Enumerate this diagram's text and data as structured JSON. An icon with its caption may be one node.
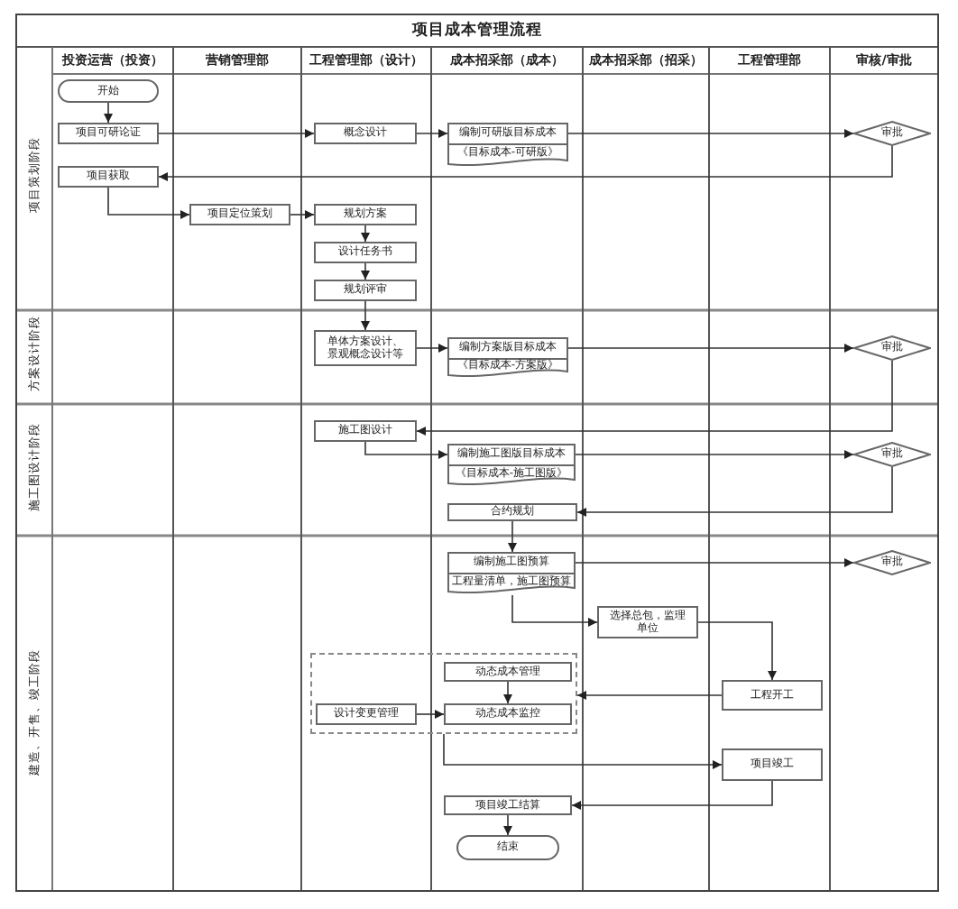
{
  "diagram": {
    "title": "项目成本管理流程",
    "nodes": [
      {
        "text": [
          "开始"
        ]
      },
      {
        "text": [
          "项目可研论证"
        ]
      },
      {
        "text": [
          "概念设计"
        ]
      },
      {
        "text": [
          "编制可研版目标成本",
          "《目标成本-可研版》"
        ]
      },
      {
        "text": [
          "审批"
        ]
      },
      {
        "text": [
          "项目获取"
        ]
      },
      {
        "text": [
          "项目定位策划"
        ]
      },
      {
        "text": [
          "规划方案"
        ]
      },
      {
        "text": [
          "设计任务书"
        ]
      },
      {
        "text": [
          "规划评审"
        ]
      },
      {
        "text": [
          "单体方案设计、景观概念设计等"
        ]
      },
      {
        "text": [
          "编制方案版目标成本",
          "《目标成本-方案版》"
        ]
      },
      {
        "text": [
          "审批"
        ]
      },
      {
        "text": [
          "施工图设计"
        ]
      },
      {
        "text": [
          "编制施工图版目标成本",
          "《目标成本-施工图版》"
        ]
      },
      {
        "text": [
          "审批"
        ]
      },
      {
        "text": [
          "合约规划"
        ]
      },
      {
        "text": [
          "编制施工图预算",
          "工程量清单，施工图预算"
        ]
      },
      {
        "text": [
          "审批"
        ]
      },
      {
        "text": [
          "选择总包，监理单位"
        ]
      },
      {
        "text": [],
        "shape": "box"
      },
      {
        "text": [
          "动态成本管理"
        ],
        "in": 20
      },
      {
        "text": [
          "设计变更管理"
        ],
        "in": 20
      },
      {
        "text": [
          "动态成本监控"
        ],
        "in": 20
      },
      {
        "text": [
          "工程开工"
        ]
      },
      {
        "text": [
          "项目竣工"
        ]
      },
      {
        "text": [
          "项目竣工结算"
        ]
      },
      {
        "text": [
          "结束"
        ]
      }
    ],
    "edges": [
      {
        "from": 0,
        "to": 1,
        "arrow": "to"
      },
      {
        "from": 1,
        "to": 2,
        "arrow": "to"
      },
      {
        "from": 2,
        "to": 3,
        "arrow": "to"
      },
      {
        "from": 3,
        "to": 4,
        "arrow": "to"
      },
      {
        "from": 4,
        "to": 5,
        "arrow": "to"
      },
      {
        "from": 5,
        "to": 6,
        "arrow": "to"
      },
      {
        "from": 6,
        "to": 7,
        "arrow": "to"
      },
      {
        "from": 7,
        "to": 8,
        "arrow": "to"
      },
      {
        "from": 8,
        "to": 9,
        "arrow": "to"
      },
      {
        "from": 9,
        "to": 10,
        "arrow": "to"
      },
      {
        "from": 10,
        "to": 11,
        "arrow": "to"
      },
      {
        "from": 11,
        "to": 12,
        "arrow": "to"
      },
      {
        "from": 12,
        "to": 13,
        "arrow": "to"
      },
      {
        "from": 13,
        "to": 14,
        "arrow": "to"
      },
      {
        "from": 14,
        "to": 15,
        "arrow": "to"
      },
      {
        "from": 15,
        "to": 16,
        "arrow": "to"
      },
      {
        "from": 16,
        "to": 17,
        "arrow": "to"
      },
      {
        "from": 17,
        "to": 18,
        "arrow": "to"
      },
      {
        "from": 17,
        "to": 19,
        "arrow": "to"
      },
      {
        "from": 19,
        "to": 24,
        "arrow": "to"
      },
      {
        "from": 24,
        "to": 20,
        "arrow": "to"
      },
      {
        "from": 21,
        "to": 23,
        "arrow": "to"
      },
      {
        "from": 22,
        "to": 23,
        "arrow": "to"
      },
      {
        "from": 20,
        "to": 25,
        "arrow": "to"
      },
      {
        "from": 25,
        "to": 26,
        "arrow": "to"
      },
      {
        "from": 26,
        "to": 27,
        "arrow": "to"
      }
    ],
    "labels": [
      "投资运营（投资）",
      "营销管理部",
      "工程管理部（设计）",
      "成本招采部（成本）",
      "成本招采部（招采）",
      "工程管理部",
      "审核/审批",
      "项目策划阶段",
      "方案设计阶段",
      "施工图设计阶段",
      "建造、开售、竣工阶段"
    ]
  }
}
